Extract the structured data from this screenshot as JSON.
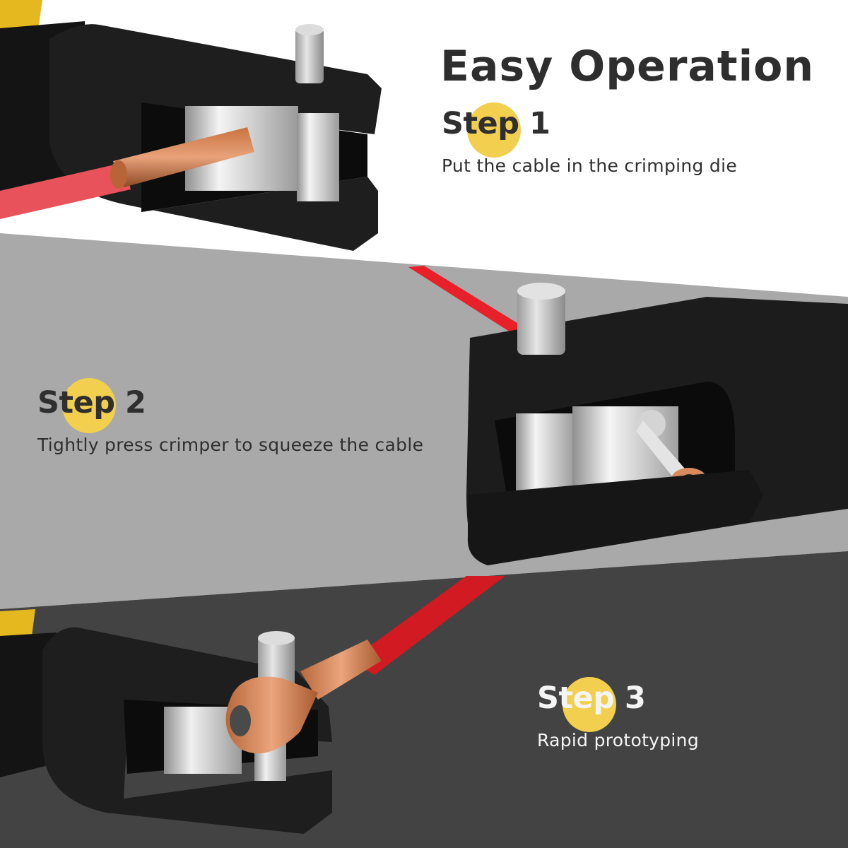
{
  "headline": "Easy Operation",
  "colors": {
    "accent_yellow": "#f2cf4e",
    "band_top": "#ffffff",
    "band_middle": "#a9a9a9",
    "band_bottom": "#434343",
    "text_dark": "#2f2f2f",
    "text_light": "#f4f4f4",
    "cable_red": "#e8202a",
    "copper": "#d88a5c",
    "tool_black": "#1b1b1b"
  },
  "steps": [
    {
      "title": "Step 1",
      "description": "Put the cable in the crimping die"
    },
    {
      "title": "Step 2",
      "description": "Tightly press crimper to squeeze the cable"
    },
    {
      "title": "Step 3",
      "description": "Rapid prototyping"
    }
  ],
  "illustrations": [
    {
      "name": "crimper-with-cable-inserted",
      "icon": "hydraulic-crimper-icon"
    },
    {
      "name": "crimper-with-lug-in-die",
      "icon": "hydraulic-crimper-icon"
    },
    {
      "name": "crimper-with-finished-lug",
      "icon": "hydraulic-crimper-icon"
    }
  ]
}
